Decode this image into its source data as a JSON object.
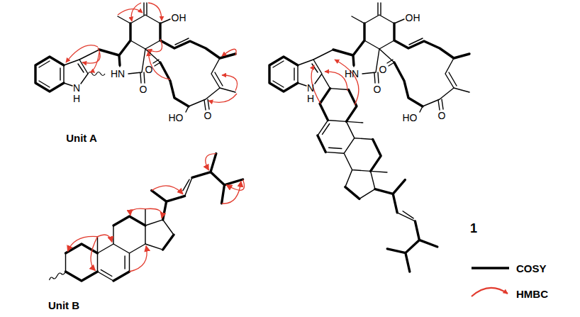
{
  "diagram": {
    "labels": [
      "OH",
      "N",
      "H",
      "HN",
      "O",
      "O",
      "HO",
      "O",
      "Unit A",
      "Unit B",
      "OH",
      "N",
      "H",
      "HN",
      "O",
      "O",
      "HO",
      "O",
      "1"
    ],
    "legend": [
      {
        "text": "COSY"
      },
      {
        "text": "HMBC"
      }
    ]
  }
}
